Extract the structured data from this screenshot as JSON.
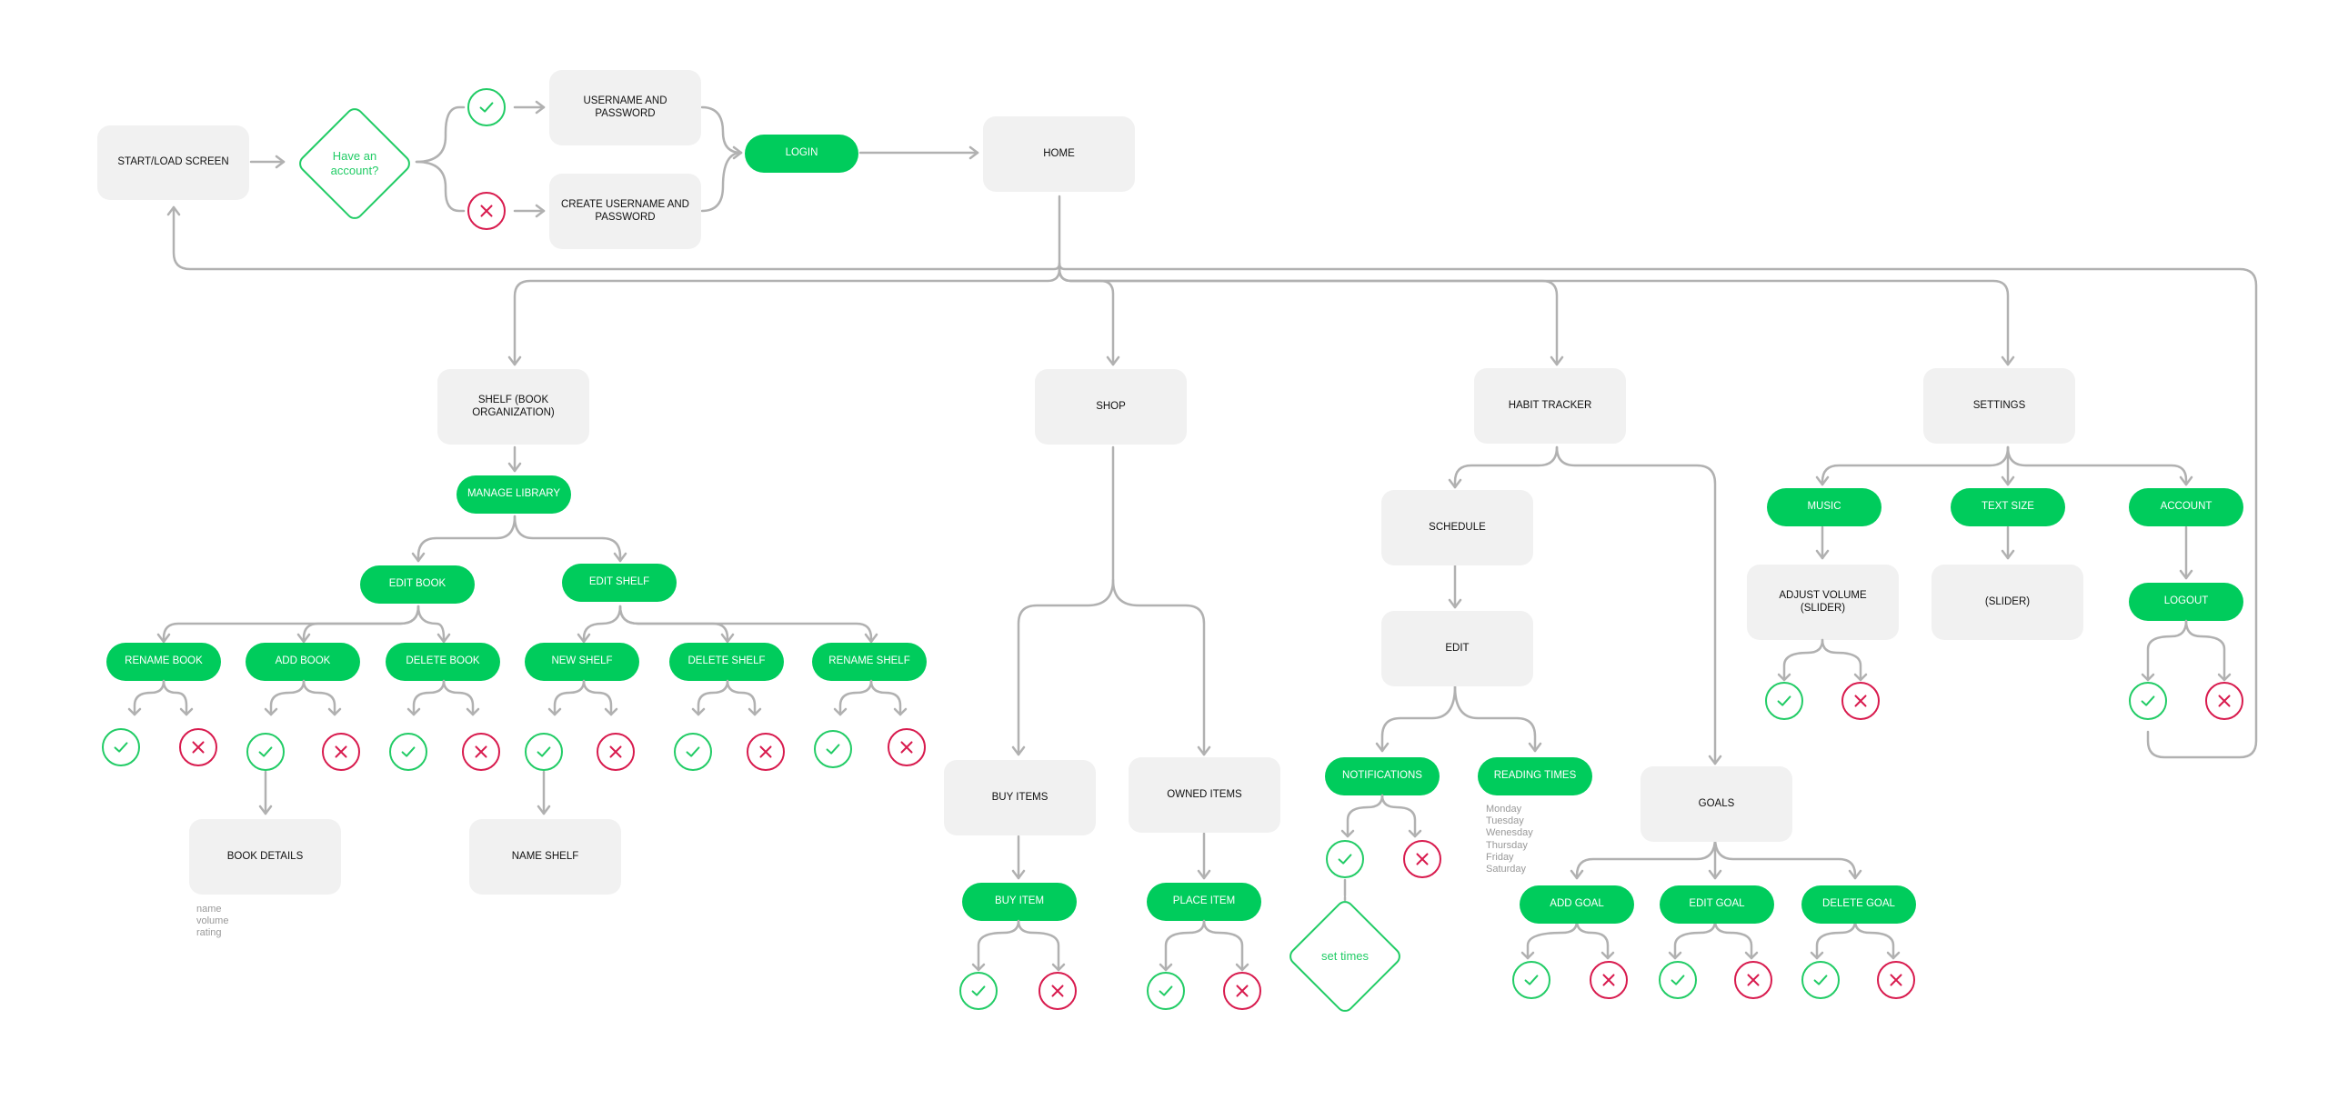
{
  "nodes": {
    "start": "START/LOAD SCREEN",
    "have_account": "Have an account?",
    "username_password": "USERNAME AND PASSWORD",
    "create_username_password": "CREATE USERNAME AND PASSWORD",
    "login": "LOGIN",
    "home": "HOME",
    "shelf": "SHELF (BOOK ORGANIZATION)",
    "shop": "SHOP",
    "habit_tracker": "HABIT TRACKER",
    "settings": "SETTINGS",
    "manage_library": "MANAGE LIBRARY",
    "edit_book": "EDIT BOOK",
    "edit_shelf": "EDIT SHELF",
    "rename_book": "RENAME BOOK",
    "add_book": "ADD BOOK",
    "delete_book": "DELETE BOOK",
    "new_shelf": "NEW SHELF",
    "delete_shelf": "DELETE SHELF",
    "rename_shelf": "RENAME SHELF",
    "book_details": "BOOK DETAILS",
    "name_shelf": "NAME SHELF",
    "buy_items": "BUY ITEMS",
    "owned_items": "OWNED ITEMS",
    "buy_item": "BUY ITEM",
    "place_item": "PLACE ITEM",
    "schedule": "SCHEDULE",
    "edit": "EDIT",
    "notifications": "NOTIFICATIONS",
    "reading_times": "READING TIMES",
    "set_times": "set times",
    "goals": "GOALS",
    "add_goal": "ADD GOAL",
    "edit_goal": "EDIT GOAL",
    "delete_goal": "DELETE GOAL",
    "music": "MUSIC",
    "text_size": "TEXT SIZE",
    "account": "ACCOUNT",
    "adjust_volume": "ADJUST VOLUME (SLIDER)",
    "slider": "(SLIDER)",
    "logout": "LOGOUT"
  },
  "book_details_fields": [
    "name",
    "volume",
    "rating"
  ],
  "reading_days": [
    "Monday",
    "Tuesday",
    "Wenesday",
    "Thursday",
    "Friday",
    "Saturday"
  ],
  "icons": {
    "yes": "check-icon",
    "no": "x-icon"
  },
  "colors": {
    "accent_green": "#00cc5c",
    "check_green": "#22cc66",
    "reject_red": "#d81b4e",
    "box_gray": "#f1f1f1",
    "connector_gray": "#b1b1b1"
  }
}
